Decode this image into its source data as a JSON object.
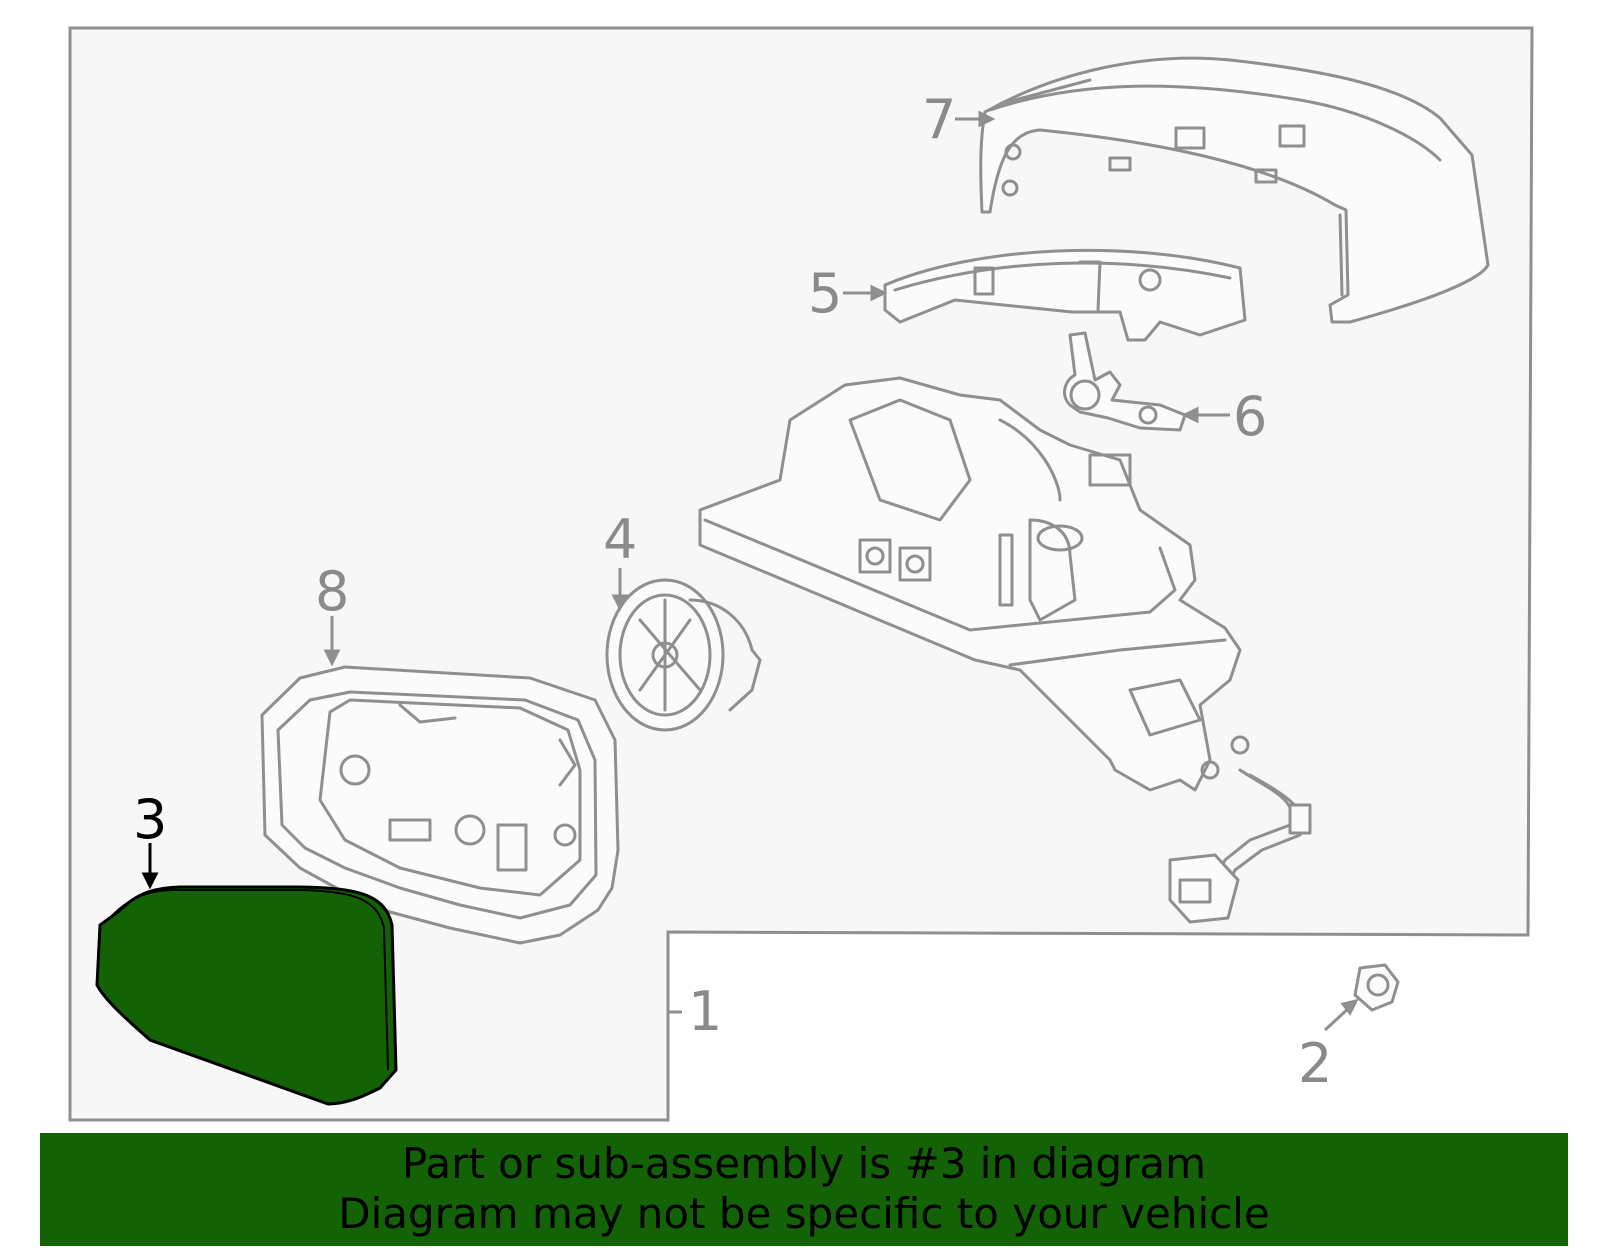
{
  "diagram": {
    "labels": [
      "1",
      "2",
      "3",
      "4",
      "5",
      "6",
      "7",
      "8"
    ],
    "highlighted_part": "3",
    "highlight_color": "#136306",
    "line_color": "#8f8f8f",
    "panel_color": "#f7f7f7"
  },
  "banner": {
    "line1": "Part or sub-assembly is #3 in diagram",
    "line2": "Diagram may not be specific to your vehicle",
    "background": "#136306"
  }
}
